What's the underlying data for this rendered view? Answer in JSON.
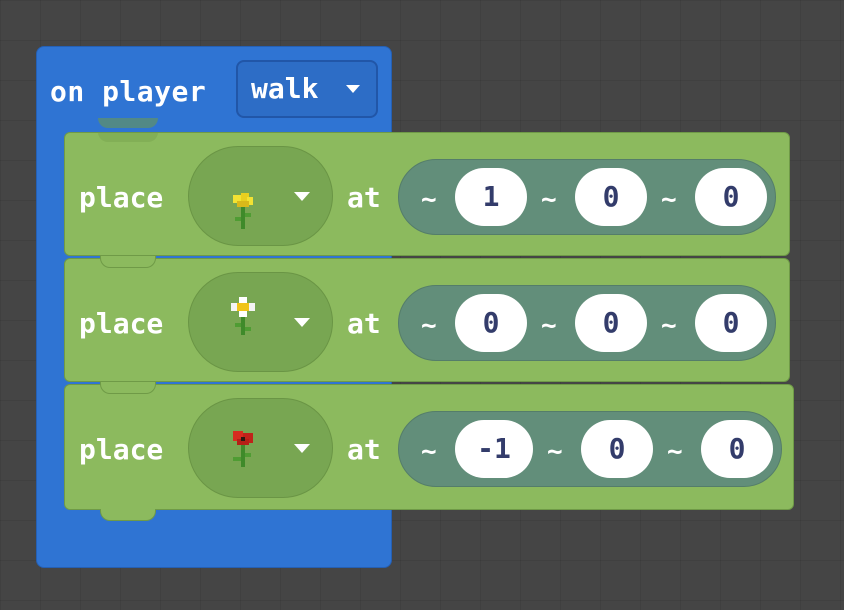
{
  "event": {
    "label": "on player",
    "selected": "walk"
  },
  "blocks": [
    {
      "verb": "place",
      "block_icon": "yellow-dandelion-icon",
      "at_label": "at",
      "coords": [
        {
          "prefix": "~",
          "value": "1"
        },
        {
          "prefix": "~",
          "value": "0"
        },
        {
          "prefix": "~",
          "value": "0"
        }
      ]
    },
    {
      "verb": "place",
      "block_icon": "white-daisy-icon",
      "at_label": "at",
      "coords": [
        {
          "prefix": "~",
          "value": "0"
        },
        {
          "prefix": "~",
          "value": "0"
        },
        {
          "prefix": "~",
          "value": "0"
        }
      ]
    },
    {
      "verb": "place",
      "block_icon": "red-poppy-icon",
      "at_label": "at",
      "coords": [
        {
          "prefix": "~",
          "value": "-1"
        },
        {
          "prefix": "~",
          "value": "0"
        },
        {
          "prefix": "~",
          "value": "0"
        }
      ]
    }
  ],
  "colors": {
    "event_block": "#2f74d3",
    "statement_block": "#8cba5e",
    "position_pill": "#628e7a",
    "workspace": "#454545"
  }
}
